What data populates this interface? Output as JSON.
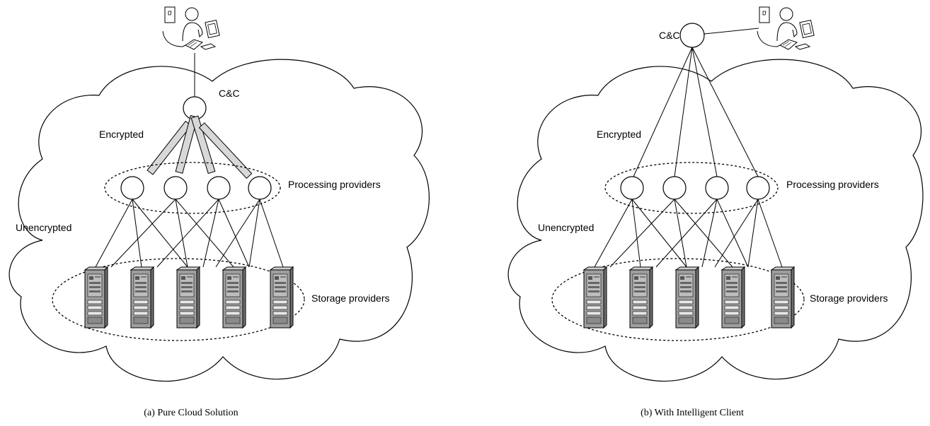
{
  "panels": [
    {
      "id": "a",
      "caption": "(a) Pure Cloud Solution",
      "labels": {
        "cc": "C&C",
        "encrypted": "Encrypted",
        "unencrypted": "Unencrypted",
        "processing": "Processing providers",
        "storage": "Storage providers"
      }
    },
    {
      "id": "b",
      "caption": "(b) With Intelligent Client",
      "labels": {
        "cc": "C&C",
        "encrypted": "Encrypted",
        "unencrypted": "Unencrypted",
        "processing": "Processing providers",
        "storage": "Storage providers"
      }
    }
  ],
  "icons": {
    "user": "user-at-workstation-icon",
    "server": "server-tower-icon",
    "cloud": "cloud-shape",
    "node": "circle-node"
  }
}
